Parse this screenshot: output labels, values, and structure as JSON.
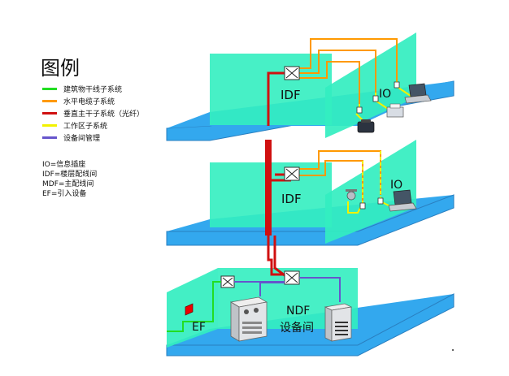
{
  "legend": {
    "title": "图例",
    "items": [
      {
        "label": "建筑物干线子系统",
        "color": "#22dd22"
      },
      {
        "label": "水平电缆子系统",
        "color": "#ff9900"
      },
      {
        "label": "垂直主干子系统（光纤）",
        "color": "#d01010"
      },
      {
        "label": "工作区子系统",
        "color": "#f2f200"
      },
      {
        "label": "设备间管理",
        "color": "#6655cc"
      }
    ],
    "abbreviations": [
      "IO=信息插座",
      "IDF=楼层配线间",
      "MDF=主配线间",
      "EF=引入设备"
    ]
  },
  "floors": {
    "top": {
      "idf": "IDF",
      "io": "IO"
    },
    "middle": {
      "idf": "IDF",
      "io": "IO"
    },
    "bottom": {
      "ndf": "NDF",
      "room": "设备间",
      "ef": "EF"
    }
  },
  "colors": {
    "floor": "#33a8ee",
    "wall": "#33eec0",
    "riser": "#d01010",
    "horizontal": "#ff9900",
    "workarea": "#f2f200",
    "equipment": "#6655cc",
    "trunk": "#22dd22"
  }
}
